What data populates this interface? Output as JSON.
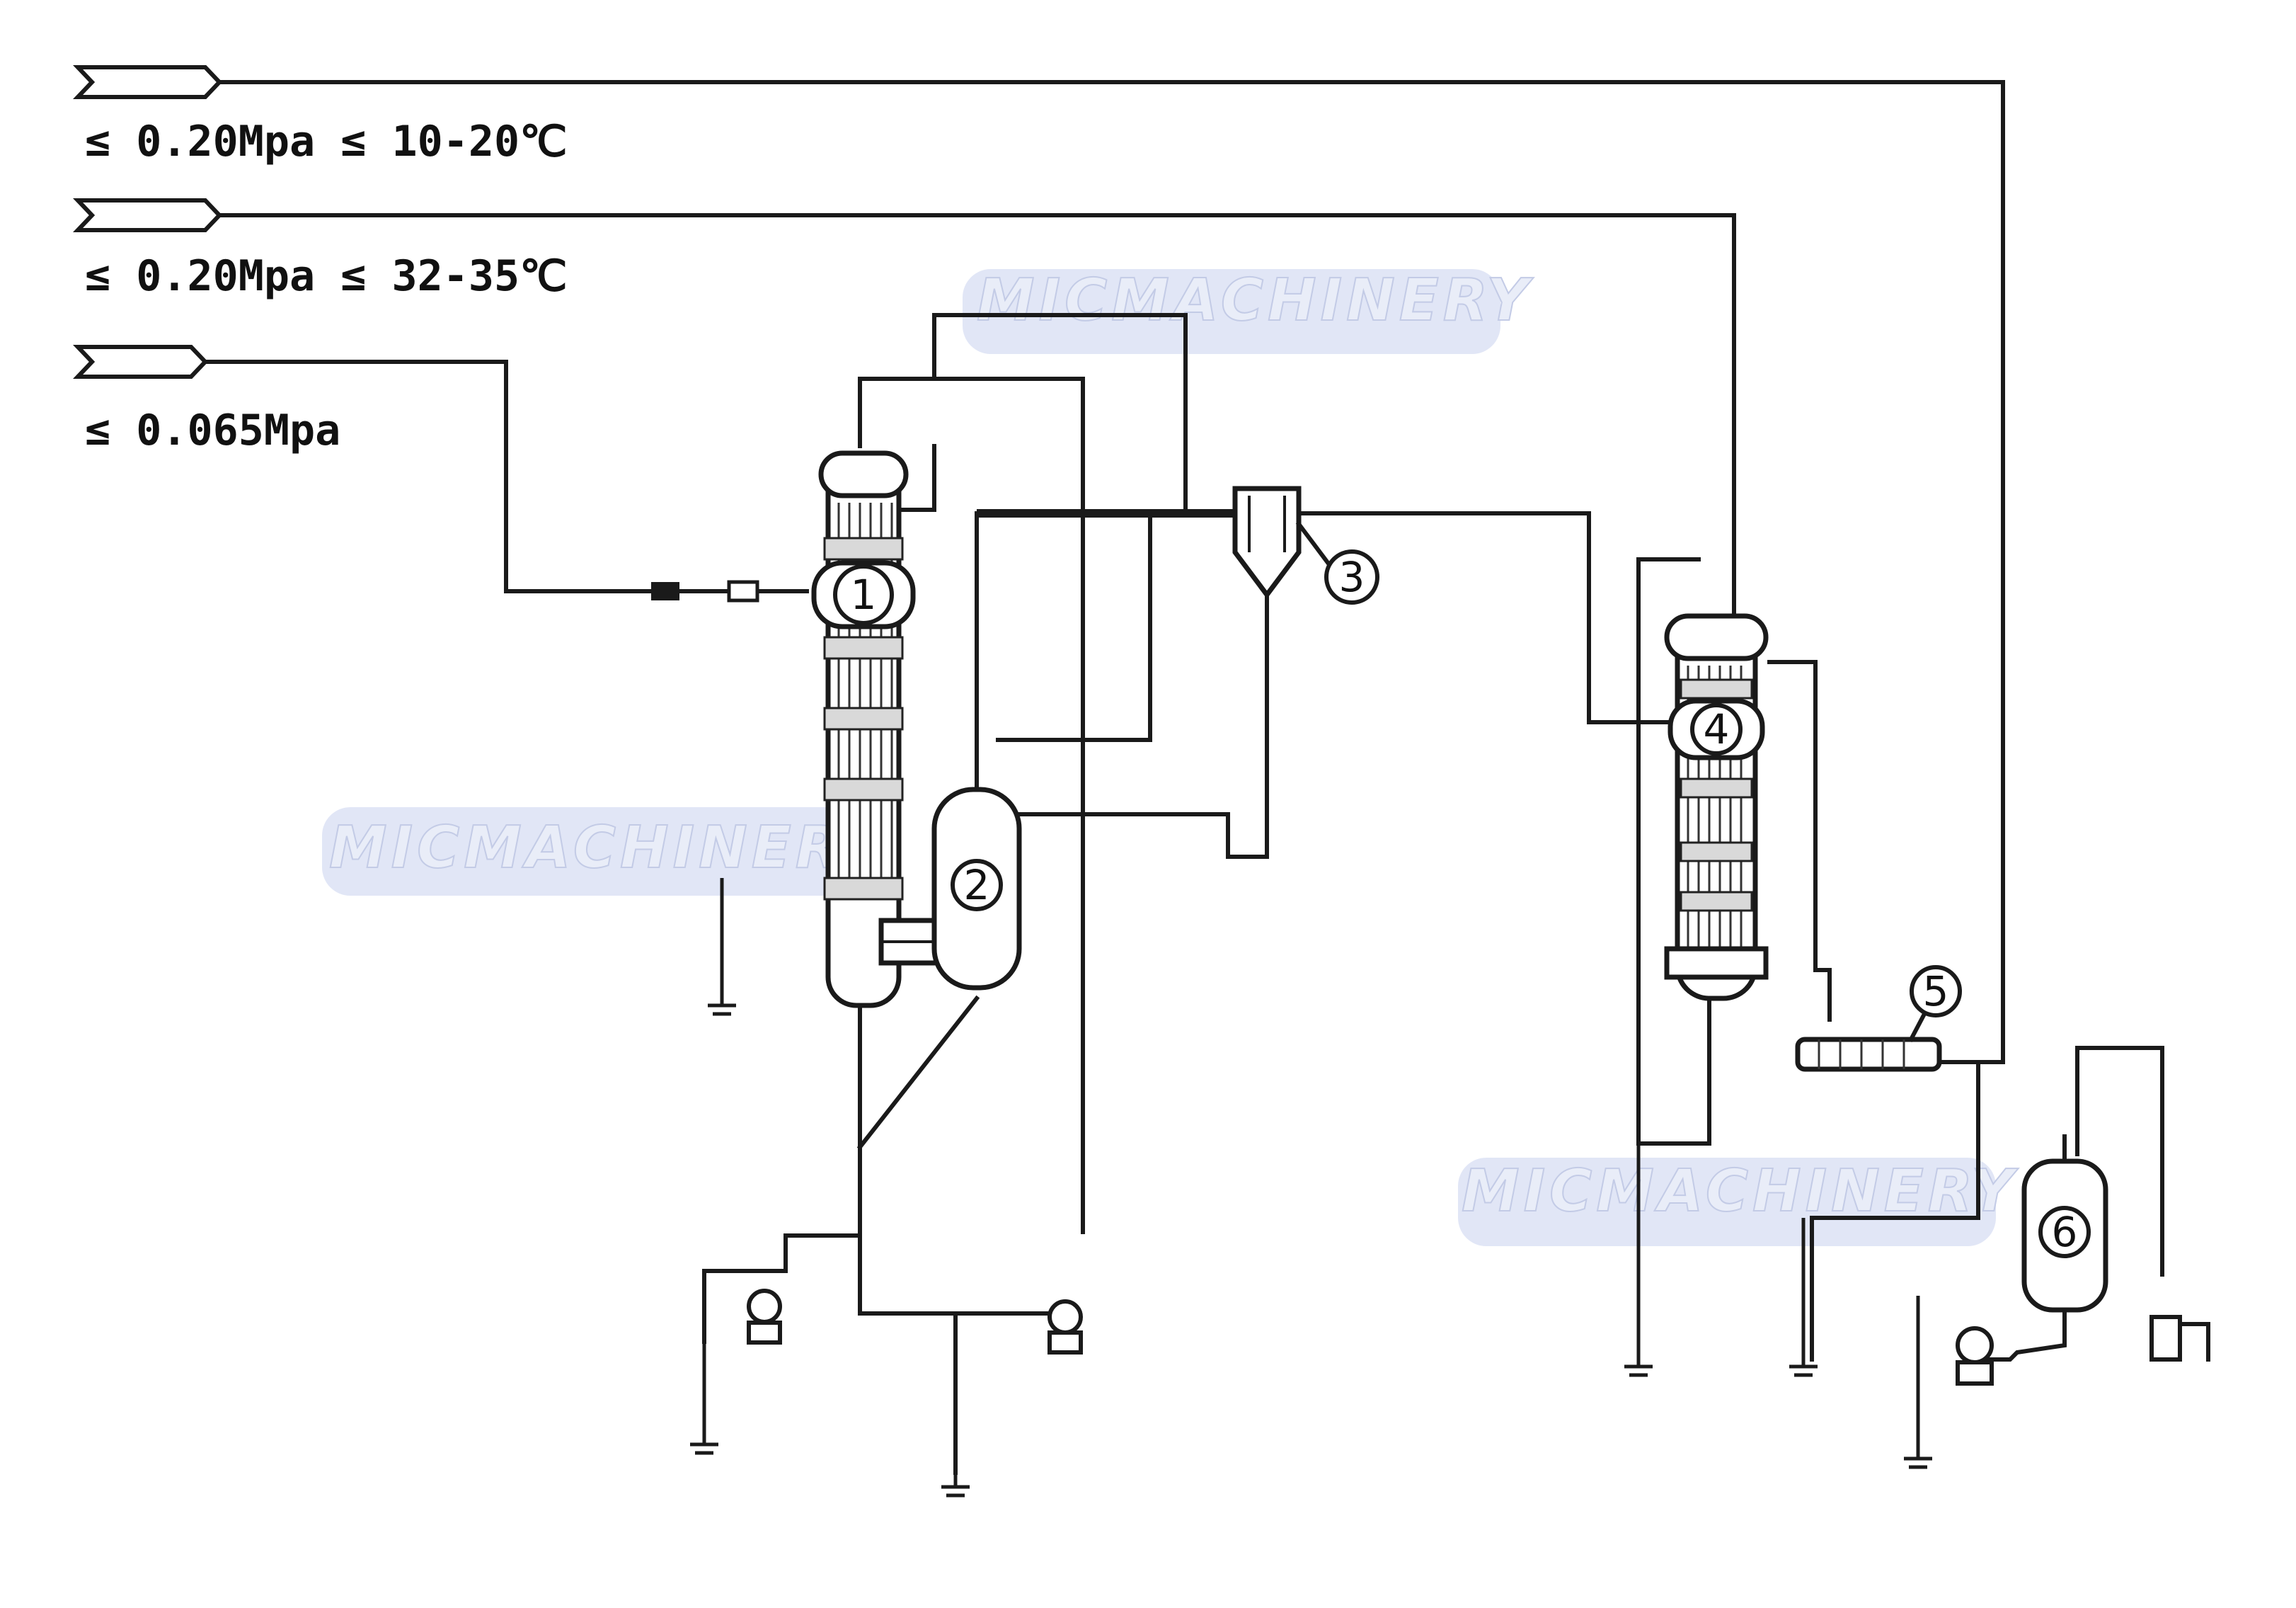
{
  "inlets": [
    {
      "spec": "≤ 0.20Mpa ≤ 10-20℃"
    },
    {
      "spec": "≤ 0.20Mpa ≤ 32-35℃"
    },
    {
      "spec": "≤ 0.065Mpa"
    }
  ],
  "vessels": [
    {
      "label": "1"
    },
    {
      "label": "2"
    },
    {
      "label": "3"
    },
    {
      "label": "4"
    },
    {
      "label": "5"
    },
    {
      "label": "6"
    }
  ],
  "watermarks": [
    "MICMACHINERY",
    "MICMACHINERY",
    "MICMACHINERY"
  ]
}
